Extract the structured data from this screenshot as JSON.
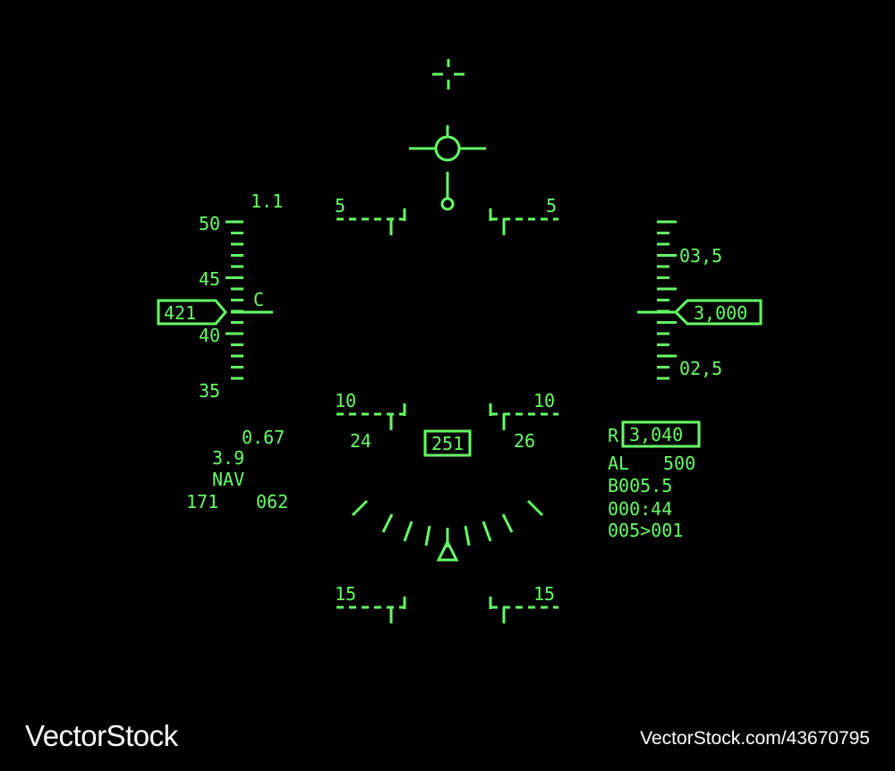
{
  "colors": {
    "background": "#000000",
    "symbology": "#66ff66",
    "footer_text": "#ffffff"
  },
  "hud": {
    "g_load": "1.1",
    "airspeed_scale": {
      "ticks": [
        "50",
        "45",
        "40",
        "35"
      ]
    },
    "airspeed_box": "421",
    "cue_letter": "C",
    "altitude_scale": {
      "ticks": [
        "03,5",
        "02,5"
      ]
    },
    "altitude_box": "3,000",
    "pitch_ladder": [
      {
        "left": "5",
        "right": "5"
      },
      {
        "left": "10",
        "right": "10"
      },
      {
        "left": "15",
        "right": "15"
      }
    ],
    "heading": {
      "left": "24",
      "center": "251",
      "right": "26"
    },
    "left_block": {
      "mach": "0.67",
      "g_max": "3.9",
      "mode": "NAV",
      "line4_left": "171",
      "line4_right": "062"
    },
    "right_block": {
      "radar_prefix": "R",
      "radar_alt": "3,040",
      "al_label": "AL",
      "al_value": "500",
      "line_b": "B005.5",
      "line_time": "000:44",
      "line_waypoint": "005>001"
    },
    "icons": [
      "waterline-cross-icon",
      "velocity-vector-icon",
      "aim-dot-icon",
      "bank-pointer-icon"
    ]
  },
  "footer": {
    "brand": "VectorStock",
    "credit": "VectorStock.com/43670795"
  }
}
